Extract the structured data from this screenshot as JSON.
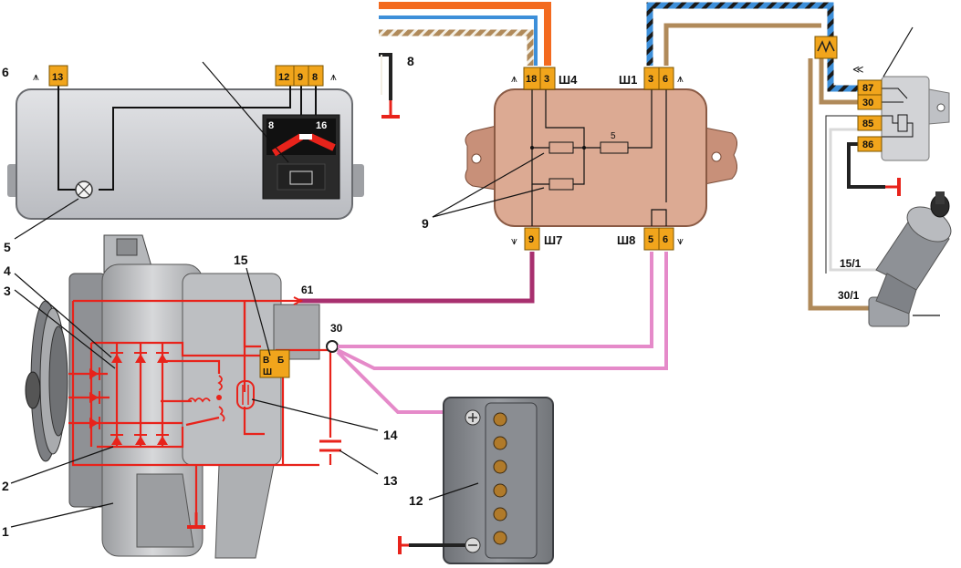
{
  "callouts": [
    "1",
    "2",
    "3",
    "4",
    "5",
    "6",
    "8",
    "9",
    "12",
    "13",
    "14",
    "15"
  ],
  "panel": {
    "terminals": [
      "13",
      "12",
      "9",
      "8"
    ],
    "gauge_left": "8",
    "gauge_right": "16"
  },
  "block": {
    "connector_sh4": "Ш4",
    "connector_sh1": "Ш1",
    "connector_sh7": "Ш7",
    "connector_sh8": "Ш8",
    "sh4_pins": [
      "18",
      "3"
    ],
    "sh1_pins": [
      "3",
      "6"
    ],
    "sh7_pins": [
      "9"
    ],
    "sh8_pins": [
      "5",
      "6"
    ],
    "resistor_value": "5"
  },
  "relay": {
    "pins": [
      "87",
      "30",
      "85",
      "86"
    ]
  },
  "regulator": {
    "b": "Б",
    "v": "В",
    "sh": "Ш"
  },
  "wires": {
    "w61": "61",
    "w30": "30",
    "w15_1": "15/1",
    "w30_1": "30/1"
  },
  "colors": {
    "circuit": "#e8231b",
    "tan_wire": "#b08a5a",
    "pink_wire": "#e58ac9",
    "violet_wire": "#a8306f",
    "orange_wire": "#f36a1f",
    "blue_wire": "#3d8fd9",
    "terminal": "#f1a51c",
    "block_fill": "#dcaa93",
    "panel_fill": "#cdced1"
  },
  "icons": [
    "ground-icon",
    "lamp-icon",
    "fuse-icon",
    "battery-icon",
    "ignition-switch-icon",
    "relay-icon"
  ]
}
